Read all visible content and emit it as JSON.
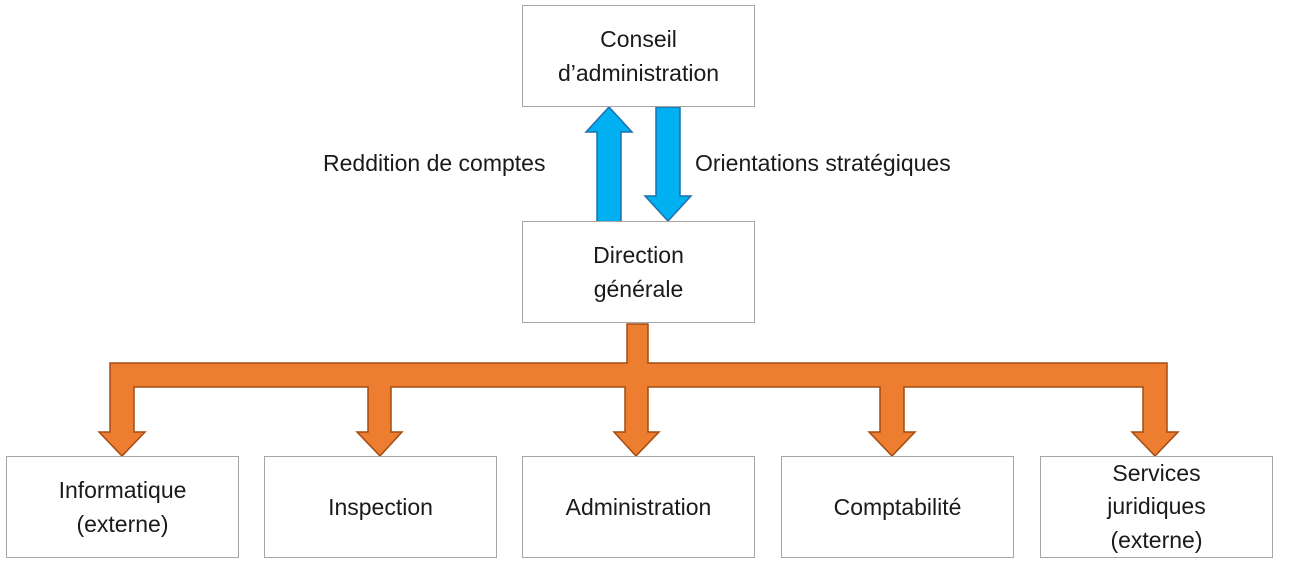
{
  "colors": {
    "up_down_arrows": "#00b0f0",
    "branch_arrows": "#ed7d31",
    "border": "#a6a6a6"
  },
  "top_box": {
    "line1": "Conseil",
    "line2": "d’administration"
  },
  "middle_box": {
    "line1": "Direction",
    "line2": "générale"
  },
  "arrow_labels": {
    "left": "Reddition de comptes",
    "right": "Orientations stratégiques"
  },
  "bottom_boxes": [
    {
      "line1": "Informatique",
      "line2": "(externe)"
    },
    {
      "line1": "Inspection"
    },
    {
      "line1": "Administration"
    },
    {
      "line1": "Comptabilité"
    },
    {
      "line1": "Services",
      "line2": "juridiques",
      "line3": "(externe)"
    }
  ]
}
